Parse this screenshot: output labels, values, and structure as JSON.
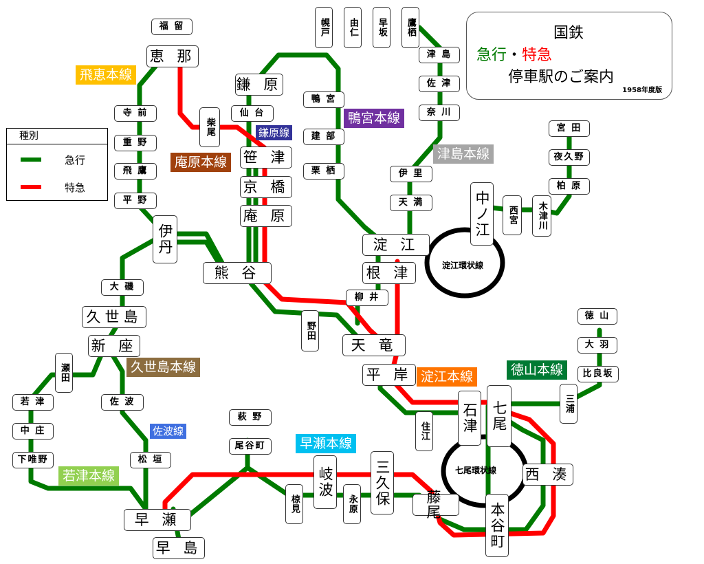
{
  "title": {
    "line1": "国鉄",
    "express": "急行",
    "dot": "・",
    "limited": "特急",
    "line3": "停車駅のご案内",
    "edition": "1958年度版"
  },
  "legend": {
    "header": "種別",
    "items": [
      {
        "label": "急行",
        "color": "#007a00"
      },
      {
        "label": "特急",
        "color": "#ff0000"
      }
    ]
  },
  "colors": {
    "express": "#007a00",
    "limited": "#ff0000"
  },
  "line_labels": [
    {
      "id": "hie",
      "text": "飛恵本線",
      "color": "#ffc000"
    },
    {
      "id": "anbara",
      "text": "庵原本線",
      "color": "#a0410d"
    },
    {
      "id": "kamahara",
      "text": "鎌原線",
      "color": "#333399"
    },
    {
      "id": "kamomiya",
      "text": "鴨宮本線",
      "color": "#7030a0"
    },
    {
      "id": "tsushima",
      "text": "津島本線",
      "color": "#a6a6a6"
    },
    {
      "id": "kuseshima",
      "text": "久世島本線",
      "color": "#8c6d3f"
    },
    {
      "id": "yodoe",
      "text": "淀江本線",
      "color": "#ff7400"
    },
    {
      "id": "tokuyama",
      "text": "徳山本線",
      "color": "#007a33"
    },
    {
      "id": "sanami",
      "text": "佐波線",
      "color": "#3f6fe0"
    },
    {
      "id": "hayase",
      "text": "早瀬本線",
      "color": "#00c0f0"
    },
    {
      "id": "wakatsu",
      "text": "若津本線",
      "color": "#92d050"
    }
  ],
  "loops": {
    "yodoe": "淀江環状線",
    "nanao": "七尾環状線"
  },
  "stations": {
    "fukutome": "福 留",
    "ena": "恵 那",
    "terasaki": "寺 前",
    "shigeno": "重 野",
    "hitaka": "飛 鷹",
    "hirano": "平 野",
    "itami": "伊丹",
    "kumagaya": "熊 谷",
    "shibao": "柴尾",
    "kamahara": "鎌 原",
    "sendai": "仙 台",
    "sasazu": "笹 津",
    "kyobashi": "京 橋",
    "anbara": "庵 原",
    "horo": "幌戸",
    "yuni": "由仁",
    "hayasaka": "早坂",
    "takanosu": "鷹栖",
    "tsushima": "津 島",
    "saezu": "佐 津",
    "nagawa": "奈 川",
    "kamomiya": "鴨 宮",
    "tatebe": "建 部",
    "kurisu": "栗 栖",
    "isato": "伊 里",
    "tenma": "天 満",
    "yodoe": "淀 江",
    "nezu": "根 津",
    "yanagii": "柳 井",
    "noda": "野田",
    "tenryu": "天 竜",
    "hiragishi": "平 岸",
    "nakanoe": "中ノ江",
    "nishimiya": "西宮",
    "kitsugawa": "木津川",
    "miyata": "宮 田",
    "yokuno": "夜久野",
    "kashiwara": "柏 原",
    "tokuyama": "徳 山",
    "ooba": "大 羽",
    "hiyoshizaka": "比良坂",
    "miura": "三浦",
    "nanao": "七尾",
    "ishizu": "石津",
    "sumie": "住江",
    "nishiminato": "西 湊",
    "hongo": "本谷町",
    "fujio": "藤 尾",
    "mikubo": "三久保",
    "nagahara": "永原",
    "kinami": "岐波",
    "mukumi": "椋見",
    "oyamachi": "尾谷町",
    "ogino": "萩 野",
    "hayase": "早 瀬",
    "hayashima": "早 島",
    "matsugaki": "松 垣",
    "sanami": "佐 波",
    "shimohino": "下唯野",
    "nakasho": "中 庄",
    "wakatsu": "若 津",
    "seta": "瀬田",
    "niiza": "新 座",
    "kuseshima": "久世島",
    "oiso": "大 磯"
  }
}
